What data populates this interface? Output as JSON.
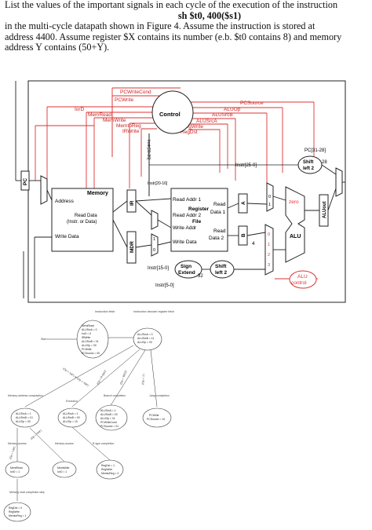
{
  "question": {
    "line1": "List the values of the important signals in each cycle of the execution of the instruction",
    "instruction": "sh $t0, 400($s1)",
    "line3": "in the multi-cycle datapath shown in Figure 4. Assume the instruction is stored at",
    "line4": "address 4400. Assume register $X contains its number (e.b. $t0 contains 8) and memory",
    "line5": "address Y contains (50+Y)."
  },
  "datapath": {
    "control_signals": [
      "PCWriteCond",
      "PCWrite",
      "IorD",
      "MemRead",
      "MemWrite",
      "MemtoReg",
      "IRWrite",
      "PCSource",
      "ALUOp",
      "ALUSrcB",
      "ALUSrcA",
      "RegWrite",
      "RegDst"
    ],
    "control": "Control",
    "op_field": "Instr[31-26]",
    "pc": "PC",
    "memory": {
      "title": "Memory",
      "address": "Address",
      "read_data": "Read Data",
      "instr_or_data": "(Instr. or Data)",
      "write_data": "Write Data"
    },
    "ir": "IR",
    "mdr": "MDR",
    "regfile": {
      "read1": "Read Addr 1",
      "register": "Register",
      "read_data": "Read",
      "data1": "Data 1",
      "read2": "Read Addr 2",
      "file": "File",
      "write_addr": "Write Addr",
      "read_data2": "Read",
      "data2": "Data 2",
      "write_data": "Write Data"
    },
    "a": "A",
    "b": "B",
    "instr_25_0": "Instr[25-0]",
    "pc_31_28": "PC[31-28]",
    "shift_top": [
      "Shift",
      "left 2"
    ],
    "shift_28": "28",
    "instr_20_16": "Instr[20-16]",
    "instr_15_0": "Instr[15-0]",
    "instr_5_0": "Instr[5-0]",
    "sign_extend": [
      "Sign",
      "Extend"
    ],
    "bits_32": "32",
    "shift_bottom": [
      "Shift",
      "left 2"
    ],
    "alu": "ALU",
    "zero": "zero",
    "aluout": "ALUout",
    "alu_control": [
      "ALU",
      "control"
    ],
    "mux_bits": {
      "m0": "0",
      "m1": "1",
      "four": "4",
      "b0": "0",
      "b1": "1",
      "b2": "2",
      "b3": "3"
    }
  },
  "fsm": {
    "header_left": "Instruction fetch",
    "header_right": "Instruction decode/\nregister fetch",
    "start": "Start",
    "state0": [
      "MemRead",
      "ALUSrcA = 0",
      "IorD = 0",
      "IRWrite",
      "ALUSrcB = 01",
      "ALUOp = 00",
      "PCWrite",
      "PCSource = 00"
    ],
    "state1": [
      "ALUSrcA = 0",
      "ALUSrcB = 11",
      "ALUOp = 00"
    ],
    "state2": [
      "ALUSrcA = 1",
      "ALUSrcB = 10",
      "ALUOp = 00"
    ],
    "state6": [
      "ALUSrcA = 1",
      "ALUSrcB = 00",
      "ALUOp = 10"
    ],
    "state8": [
      "ALUSrcA = 1",
      "ALUSrcB = 00",
      "ALUOp = 01",
      "PCWriteCond",
      "PCSource = 01"
    ],
    "state9": [
      "PCWrite",
      "PCSource = 10"
    ],
    "state3": [
      "MemRead",
      "IorD = 1"
    ],
    "state5": [
      "MemWrite",
      "IorD = 1"
    ],
    "state7": [
      "RegDst = 1",
      "RegWrite",
      "MemtoReg = 0"
    ],
    "state4": [
      "RegDst = 0",
      "RegWrite",
      "MemtoReg = 1"
    ],
    "labels": {
      "mem_addr": "Memory address computation",
      "execution": "Execution",
      "branch": "Branch completion",
      "jump": "Jump completion",
      "mem_access1": "Memory access",
      "mem_access2": "Memory access",
      "rtype_completion": "R-type completion",
      "writeback": "Memory read completion step"
    },
    "edge_labels": {
      "lwsw": "(Op = 'LW') or (Op = 'SW')",
      "rtype": "(Op = R-type)",
      "beq": "(Op = 'BEQ')",
      "jmp": "(Op = 'J')",
      "lw": "(Op = 'LW')",
      "sw": "(Op = 'SW')"
    }
  }
}
